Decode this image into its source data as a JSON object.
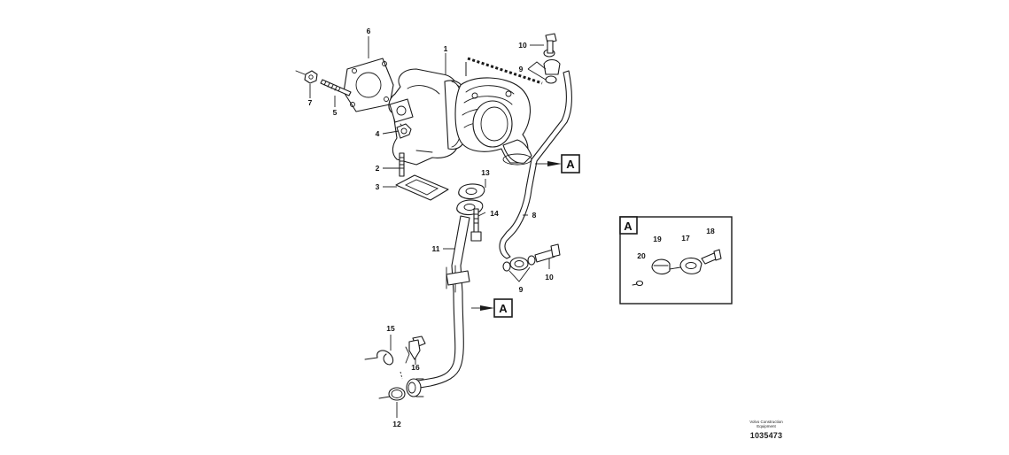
{
  "diagram": {
    "callouts": {
      "n1": "1",
      "n2": "2",
      "n3": "3",
      "n4": "4",
      "n5": "5",
      "n6": "6",
      "n7": "7",
      "n8": "8",
      "n9a": "9",
      "n9b": "9",
      "n10a": "10",
      "n10b": "10",
      "n11": "11",
      "n12": "12",
      "n13": "13",
      "n14": "14",
      "n15": "15",
      "n16": "16",
      "n17": "17",
      "n18": "18",
      "n19": "19",
      "n20": "20"
    },
    "detail_refs": {
      "upper": "A",
      "lower": "A"
    },
    "detail_box": {
      "label": "A"
    }
  },
  "footer": {
    "company": [
      "Volvo Construction",
      "Equipment"
    ],
    "drawing_number": "1035473"
  }
}
